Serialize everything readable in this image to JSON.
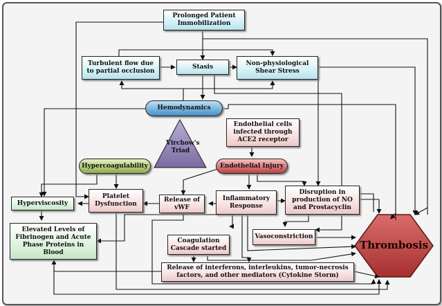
{
  "nodes": {
    "prolonged": "Prolonged Patient Immobilization",
    "turbulent": "Turbulent flow due to partial occlusion",
    "stasis": "Stasis",
    "shear": "Non-physiological Shear Stress",
    "hemodynamics": "Hemodynamics",
    "virchow": "Virchow's Triad",
    "ace2": "Endothelial cells infected through ACE2 receptor",
    "hypercoag": "Hypercoagulability",
    "endothelial_injury": "Endothelial Injury",
    "hyperviscosity": "Hyperviscosity",
    "platelet": "Platelet Dysfunction",
    "vwf": "Release of vWF",
    "inflammatory": "Inflammatory Response",
    "no_prostacyclin": "Disruption in production of NO and Prostacyclin",
    "fibrinogen": "Elevated Levels of Fibrinogen and Acute Phase Proteins in Blood",
    "coagulation": "Coagulation Cascade started",
    "vasoconstriction": "Vasoconstriction",
    "thrombosis": "Thrombosis",
    "cytokine": "Release of interferons, interleukins, tumor-necrosis factors, and other mediators (Cytokine Storm)"
  },
  "colors": {
    "cyan_box": "#cdeef4",
    "green_box": "#daf0da",
    "pink_box": "#f6dcdc",
    "hemodynamics": "#68a9d6",
    "hypercoagulability": "#a9c26c",
    "endothelial_injury": "#cf6464",
    "triangle": "#8d7eb0",
    "thrombosis": "#b5413f"
  }
}
